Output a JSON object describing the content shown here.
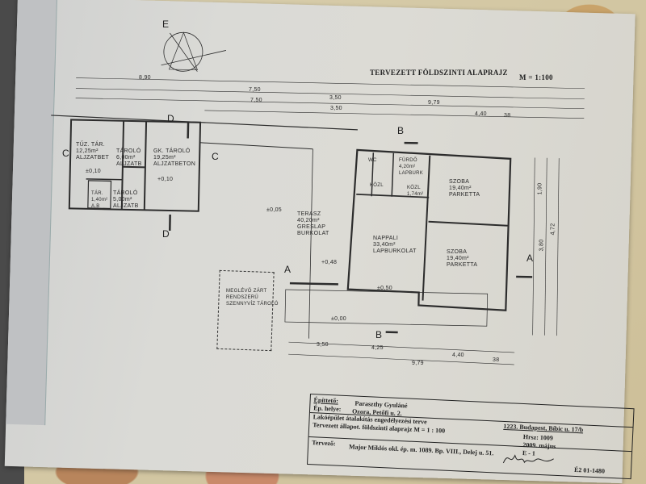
{
  "drawing": {
    "title": "TERVEZETT FÖLDSZINTI ALAPRAJZ",
    "scale": "M = 1:100",
    "compass_label": "E",
    "rooms": [
      {
        "name": "TŰZ. TÁR.",
        "area": "12,25m²",
        "finish": "ALJZATBET"
      },
      {
        "name": "TÁROLÓ",
        "area": "6,00m²",
        "finish": "ALJZATB"
      },
      {
        "name": "GK. TÁROLÓ",
        "area": "19,25m²",
        "finish": "ALJZATBETON"
      },
      {
        "name": "TÁR.",
        "area": "1,40m²",
        "finish": "A.B"
      },
      {
        "name": "TÁROLÓ",
        "area": "5,00m²",
        "finish": "ALJZATB"
      },
      {
        "name": "TERASZ",
        "area": "40,20m²",
        "finish": "GRESLAP BURKOLAT"
      },
      {
        "name": "NAPPALI",
        "area": "33,40m²",
        "finish": "LAPBURKOLAT"
      },
      {
        "name": "FÜRDŐ",
        "area": "4,20m²",
        "finish": "LAPBURK"
      },
      {
        "name": "KÖZL",
        "area": "1,74m²",
        "finish": ""
      },
      {
        "name": "SZOBA",
        "area": "19,40m²",
        "finish": "PARKETTA"
      },
      {
        "name": "SZOBA",
        "area": "19,40m²",
        "finish": "PARKETTA"
      },
      {
        "name": "KÖZL",
        "area": "",
        "finish": ""
      },
      {
        "name": "WC",
        "area": "",
        "finish": ""
      }
    ],
    "septic_tank": [
      "MEGLÉVŐ ZÁRT",
      "RENDSZERŰ",
      "SZENNYVÍZ TÁROLÓ"
    ],
    "section_marks": [
      "A",
      "A",
      "B",
      "B",
      "C",
      "C",
      "D",
      "D"
    ],
    "dimensions_top": [
      "8,90",
      "7,50",
      "7,50",
      "3,50",
      "3,50",
      "9,79",
      "4,40",
      "38"
    ],
    "dimensions_bottom": [
      "3,50",
      "4,25",
      "4,40",
      "38",
      "9,79"
    ],
    "dimensions_right": [
      "3,80",
      "4,72",
      "1,90"
    ],
    "elevations": [
      "±0,10",
      "+0,10",
      "±0,05",
      "+0,48",
      "±0,50",
      "±0,00"
    ]
  },
  "title_block": {
    "client_label": "Építtető:",
    "client": "Paraszthy Gyuláné",
    "site_label": "Ép. helye:",
    "site": "Ozora, Petőfi u. 2.",
    "project": "Lakóépület átalakítás engedélyezési terve",
    "sheet": "Tervezett állapot. földszinti alaprajz  M = 1 : 100",
    "designer_label": "Tervező:",
    "designer": "Major Miklós okl. ép. m.  1089. Bp. VIII., Delej u. 51.",
    "address": "1223. Budapest, Bíbic u. 17/b",
    "lot": "Hrsz: 1009",
    "date": "2009.  május",
    "sheet_no": "E - 1",
    "license": "É2 01-1480"
  }
}
